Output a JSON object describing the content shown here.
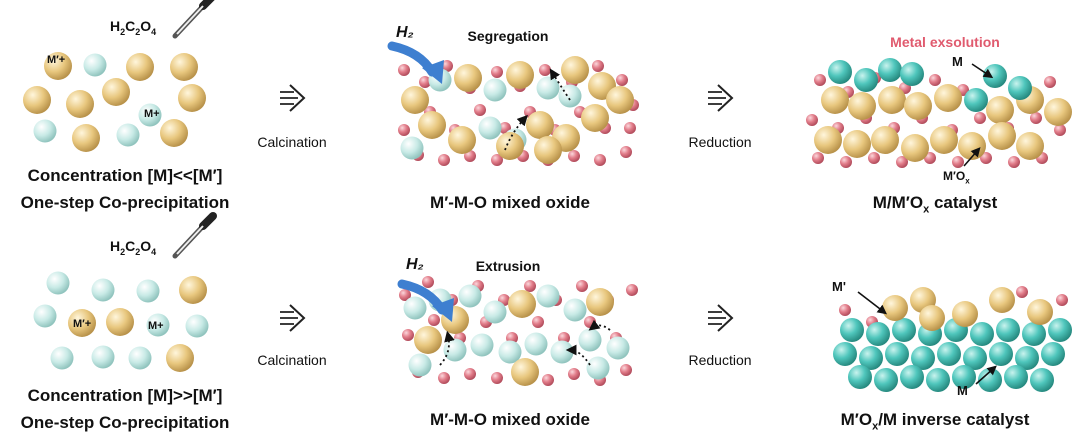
{
  "rows": [
    {
      "reagent": {
        "base": "H",
        "s1": "2",
        "mid": "C",
        "s2": "2",
        "end": "O",
        "s3": "4"
      },
      "precursor_labels": {
        "major": "M′+",
        "minor": "M+"
      },
      "concentration": "Concentration [M]<<[M′]",
      "method": "One-step Co-precipitation",
      "step1_label": "Calcination",
      "h2": "H₂",
      "process": "Segregation",
      "oxide_label": "M′-M-O mixed oxide",
      "step2_label": "Reduction",
      "highlight": "Metal exsolution",
      "labels": {
        "metal": "M",
        "oxide": "M′O",
        "oxide_sub": "x"
      },
      "product": {
        "pre": "M/M′O",
        "sub": "x",
        "post": " catalyst"
      }
    },
    {
      "reagent": {
        "base": "H",
        "s1": "2",
        "mid": "C",
        "s2": "2",
        "end": "O",
        "s3": "4"
      },
      "precursor_labels": {
        "major": "M′+",
        "minor": "M+"
      },
      "concentration": "Concentration [M]>>[M′]",
      "method": "One-step Co-precipitation",
      "step1_label": "Calcination",
      "h2": "H₂",
      "process": "Extrusion",
      "oxide_label": "M′-M-O mixed oxide",
      "step2_label": "Reduction",
      "labels": {
        "metal": "M",
        "oxide_metal": "M'"
      },
      "product": {
        "pre": "M′O",
        "sub": "x",
        "post": "/M inverse catalyst"
      }
    }
  ],
  "colors": {
    "gold": "#E8C77E",
    "light_blue": "#C8EAE6",
    "teal": "#4FC6BC",
    "pink": "#E27D8A",
    "blue_arrow": "#3E7FD0",
    "red_text": "#E05A6E"
  }
}
